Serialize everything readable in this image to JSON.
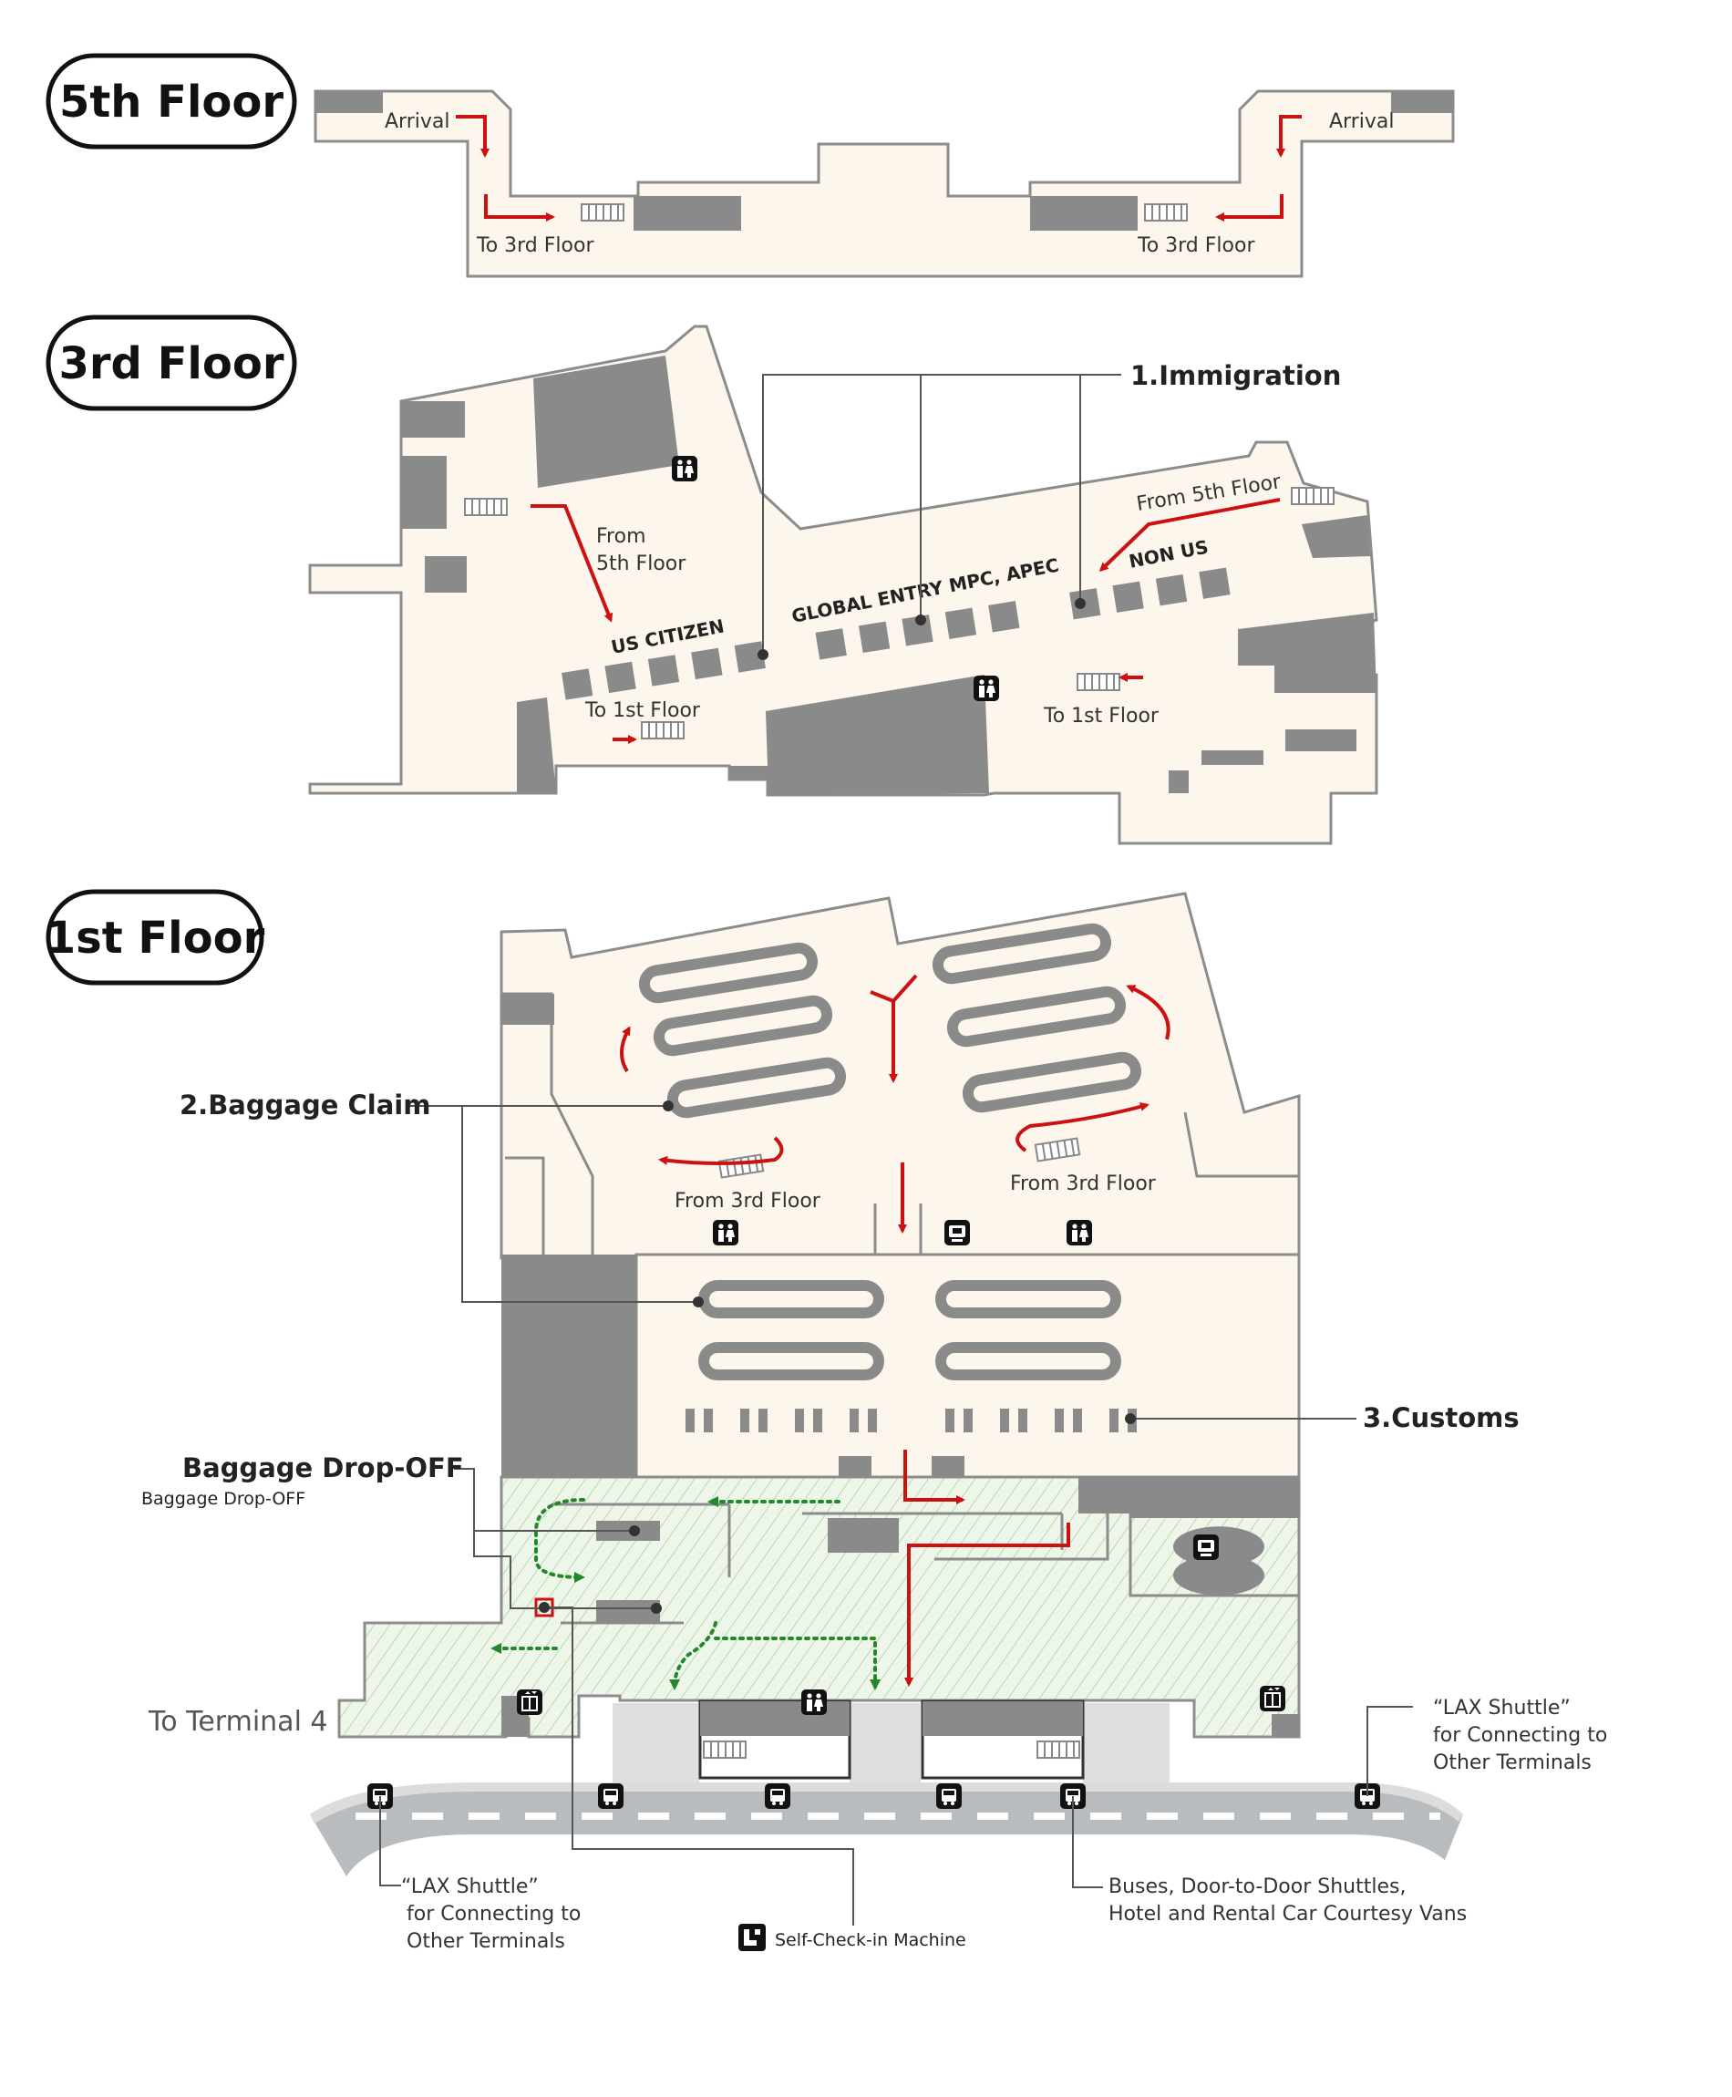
{
  "floors": {
    "f5": {
      "title": "5th Floor",
      "arrival_left": "Arrival",
      "arrival_right": "Arrival",
      "to3_left": "To 3rd Floor",
      "to3_right": "To 3rd Floor"
    },
    "f3": {
      "title": "3rd Floor",
      "immigration": "1.Immigration",
      "from5_left_line1": "From",
      "from5_left_line2": "5th Floor",
      "from5_right": "From 5th Floor",
      "us_citizen": "US CITIZEN",
      "global_entry": "GLOBAL ENTRY MPC, APEC",
      "non_us": "NON US",
      "to1_left": "To 1st Floor",
      "to1_right": "To 1st Floor"
    },
    "f1": {
      "title": "1st Floor",
      "baggage_claim": "2.Baggage Claim",
      "customs": "3.Customs",
      "dropoff_main": "Baggage  Drop-OFF",
      "dropoff_sub": "Baggage  Drop-OFF",
      "from3_left": "From 3rd Floor",
      "from3_right": "From 3rd Floor",
      "to_terminal4": "To Terminal 4"
    }
  },
  "legend": {
    "shuttle_right_l1": "“LAX Shuttle”",
    "shuttle_right_l2": "for Connecting to",
    "shuttle_right_l3": "Other Terminals",
    "shuttle_left_l1": "“LAX Shuttle”",
    "shuttle_left_l2": "for Connecting to",
    "shuttle_left_l3": "Other Terminals",
    "self_checkin": "Self-Check-in Machine",
    "buses_l1": "Buses, Door-to-Door Shuttles,",
    "buses_l2": "Hotel and Rental Car Courtesy Vans"
  },
  "colors": {
    "floor": "#fdf6ec",
    "block": "#8a8a8a",
    "route_red": "#cc1111",
    "route_green": "#22882a",
    "zone_green": "#e8f3e3",
    "road": "#b8bcbe"
  },
  "icons": [
    "restroom-icon",
    "escalator-icon",
    "elevator-icon",
    "atm-icon",
    "bus-stop-icon",
    "self-checkin-icon"
  ]
}
